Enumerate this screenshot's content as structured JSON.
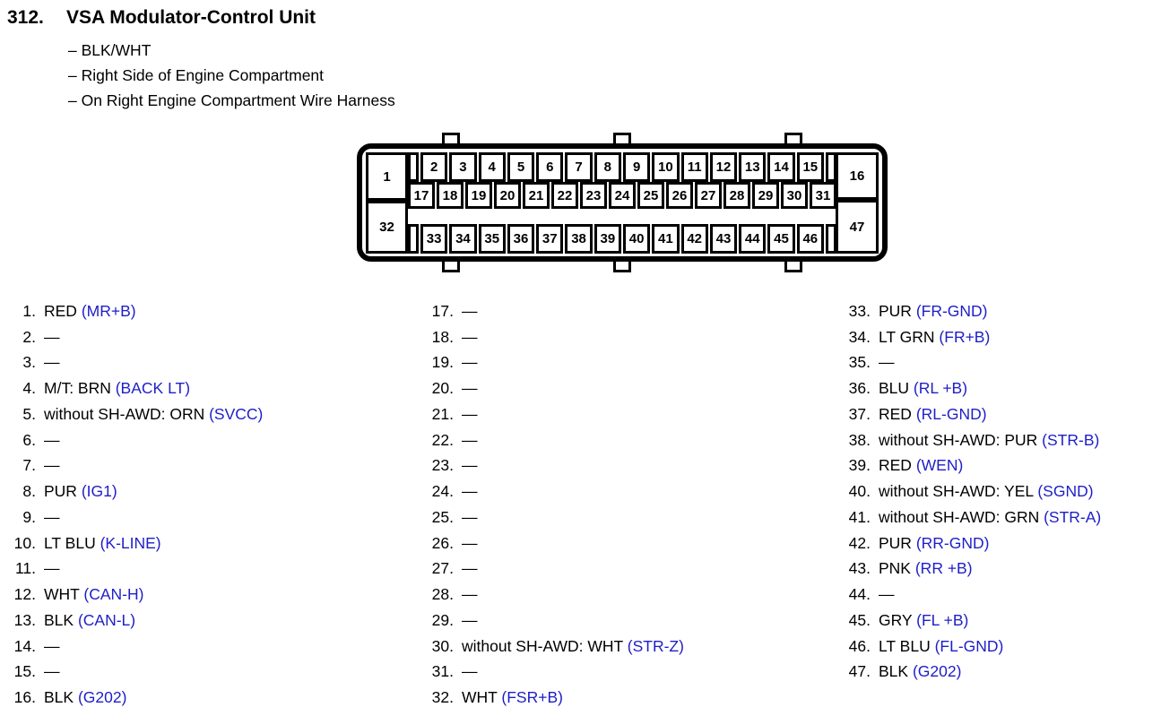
{
  "colors": {
    "signal_blue": "#1e1ec8",
    "text_black": "#000000"
  },
  "header": {
    "number": "312.",
    "title": "VSA Modulator-Control Unit",
    "bullets": [
      "– BLK/WHT",
      "– Right Side of Engine Compartment",
      "– On Right Engine Compartment Wire Harness"
    ]
  },
  "connector": {
    "pin1": "1",
    "pin16": "16",
    "pin32": "32",
    "pin47": "47",
    "row_top": [
      "2",
      "3",
      "4",
      "5",
      "6",
      "7",
      "8",
      "9",
      "10",
      "11",
      "12",
      "13",
      "14",
      "15"
    ],
    "row_mid": [
      "17",
      "18",
      "19",
      "20",
      "21",
      "22",
      "23",
      "24",
      "25",
      "26",
      "27",
      "28",
      "29",
      "30",
      "31"
    ],
    "row_bottom": [
      "33",
      "34",
      "35",
      "36",
      "37",
      "38",
      "39",
      "40",
      "41",
      "42",
      "43",
      "44",
      "45",
      "46"
    ]
  },
  "pins": {
    "col1": [
      {
        "n": "1.",
        "t": "RED ",
        "s": "(MR+B)"
      },
      {
        "n": "2.",
        "t": "—",
        "s": ""
      },
      {
        "n": "3.",
        "t": "—",
        "s": ""
      },
      {
        "n": "4.",
        "t": "M/T: BRN ",
        "s": "(BACK LT)"
      },
      {
        "n": "5.",
        "t": "without SH-AWD: ORN ",
        "s": "(SVCC)"
      },
      {
        "n": "6.",
        "t": "—",
        "s": ""
      },
      {
        "n": "7.",
        "t": "—",
        "s": ""
      },
      {
        "n": "8.",
        "t": "PUR ",
        "s": "(IG1)"
      },
      {
        "n": "9.",
        "t": "—",
        "s": ""
      },
      {
        "n": "10.",
        "t": "LT BLU ",
        "s": "(K-LINE)"
      },
      {
        "n": "11.",
        "t": "—",
        "s": ""
      },
      {
        "n": "12.",
        "t": "WHT ",
        "s": "(CAN-H)"
      },
      {
        "n": "13.",
        "t": "BLK ",
        "s": "(CAN-L)"
      },
      {
        "n": "14.",
        "t": "—",
        "s": ""
      },
      {
        "n": "15.",
        "t": "—",
        "s": ""
      },
      {
        "n": "16.",
        "t": "BLK ",
        "s": "(G202)"
      }
    ],
    "col2": [
      {
        "n": "17.",
        "t": "—",
        "s": ""
      },
      {
        "n": "18.",
        "t": "—",
        "s": ""
      },
      {
        "n": "19.",
        "t": "—",
        "s": ""
      },
      {
        "n": "20.",
        "t": "—",
        "s": ""
      },
      {
        "n": "21.",
        "t": "—",
        "s": ""
      },
      {
        "n": "22.",
        "t": "—",
        "s": ""
      },
      {
        "n": "23.",
        "t": "—",
        "s": ""
      },
      {
        "n": "24.",
        "t": "—",
        "s": ""
      },
      {
        "n": "25.",
        "t": "—",
        "s": ""
      },
      {
        "n": "26.",
        "t": "—",
        "s": ""
      },
      {
        "n": "27.",
        "t": "—",
        "s": ""
      },
      {
        "n": "28.",
        "t": "—",
        "s": ""
      },
      {
        "n": "29.",
        "t": "—",
        "s": ""
      },
      {
        "n": "30.",
        "t": "without SH-AWD: WHT ",
        "s": "(STR-Z)"
      },
      {
        "n": "31.",
        "t": "—",
        "s": ""
      },
      {
        "n": "32.",
        "t": "WHT ",
        "s": "(FSR+B)"
      }
    ],
    "col3": [
      {
        "n": "33.",
        "t": "PUR ",
        "s": "(FR-GND)"
      },
      {
        "n": "34.",
        "t": "LT GRN ",
        "s": "(FR+B)"
      },
      {
        "n": "35.",
        "t": "—",
        "s": ""
      },
      {
        "n": "36.",
        "t": "BLU ",
        "s": "(RL +B)"
      },
      {
        "n": "37.",
        "t": "RED ",
        "s": "(RL-GND)"
      },
      {
        "n": "38.",
        "t": "without SH-AWD: PUR ",
        "s": "(STR-B)"
      },
      {
        "n": "39.",
        "t": "RED ",
        "s": "(WEN)"
      },
      {
        "n": "40.",
        "t": "without SH-AWD: YEL ",
        "s": "(SGND)"
      },
      {
        "n": "41.",
        "t": "without SH-AWD: GRN ",
        "s": "(STR-A)"
      },
      {
        "n": "42.",
        "t": "PUR ",
        "s": "(RR-GND)"
      },
      {
        "n": "43.",
        "t": "PNK ",
        "s": "(RR +B)"
      },
      {
        "n": "44.",
        "t": "—",
        "s": ""
      },
      {
        "n": "45.",
        "t": "GRY ",
        "s": "(FL +B)"
      },
      {
        "n": "46.",
        "t": "LT BLU ",
        "s": "(FL-GND)"
      },
      {
        "n": "47.",
        "t": "BLK ",
        "s": "(G202)"
      }
    ]
  }
}
